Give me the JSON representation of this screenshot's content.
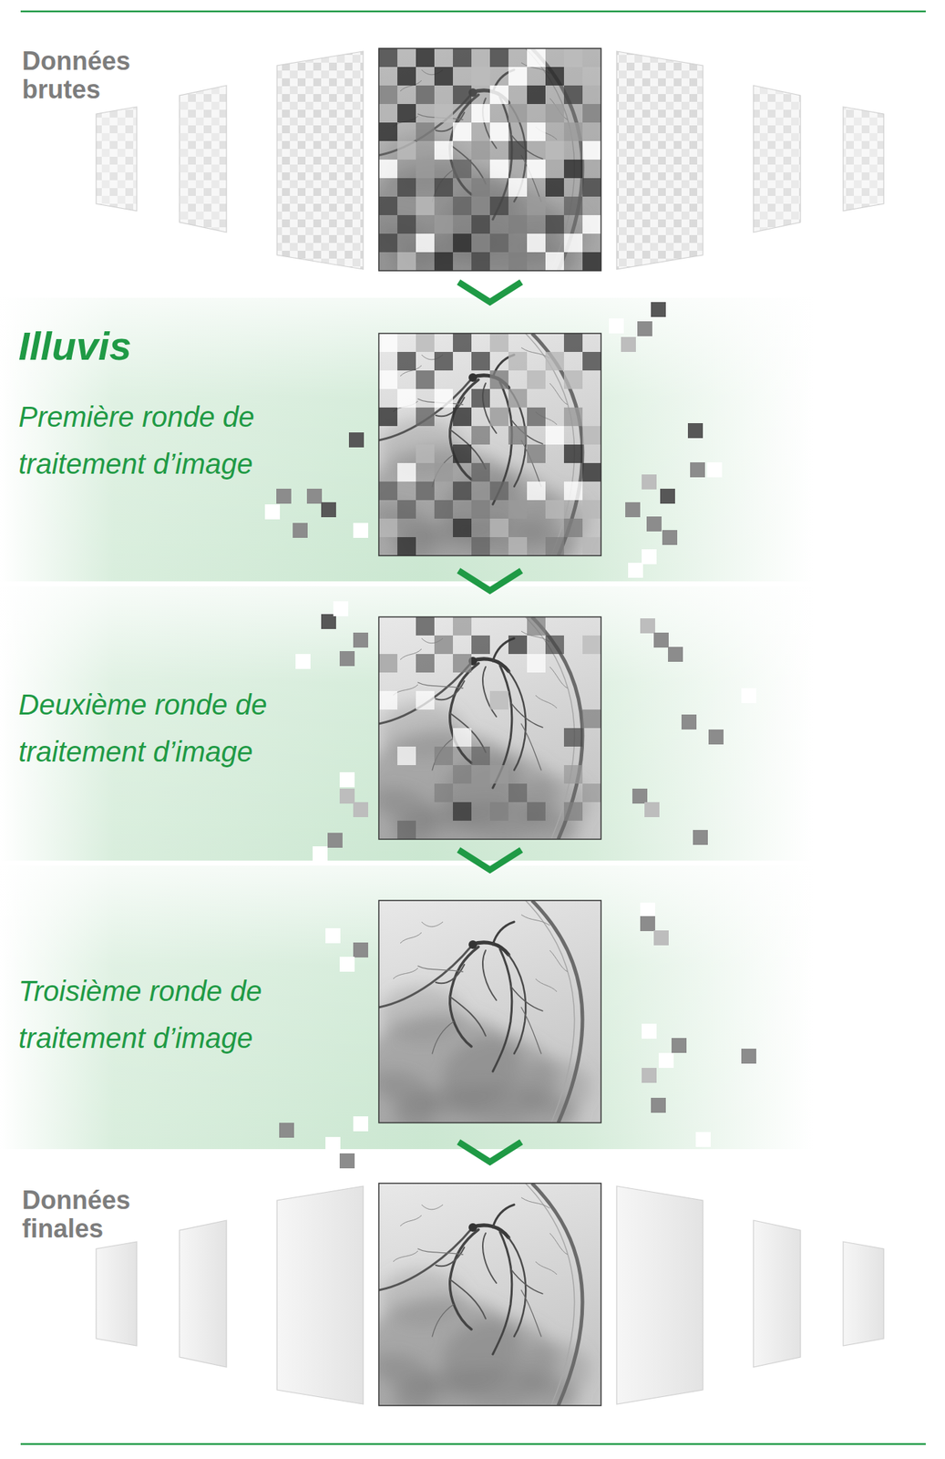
{
  "diagram": {
    "nodes": [
      {
        "text": [
          "Données brutes"
        ]
      },
      {
        "text": [
          "Illuvis",
          "Première ronde de traitement d’image"
        ]
      },
      {
        "text": [
          "Deuxième ronde de traitement d’image"
        ]
      },
      {
        "text": [
          "Troisième ronde de traitement d’image"
        ]
      },
      {
        "text": [
          "Données finales"
        ]
      }
    ],
    "edges": [
      {
        "from": 0,
        "to": 1,
        "arrow": "to"
      },
      {
        "from": 1,
        "to": 2,
        "arrow": "to"
      },
      {
        "from": 2,
        "to": 3,
        "arrow": "to"
      },
      {
        "from": 3,
        "to": 4,
        "arrow": "to"
      }
    ]
  }
}
